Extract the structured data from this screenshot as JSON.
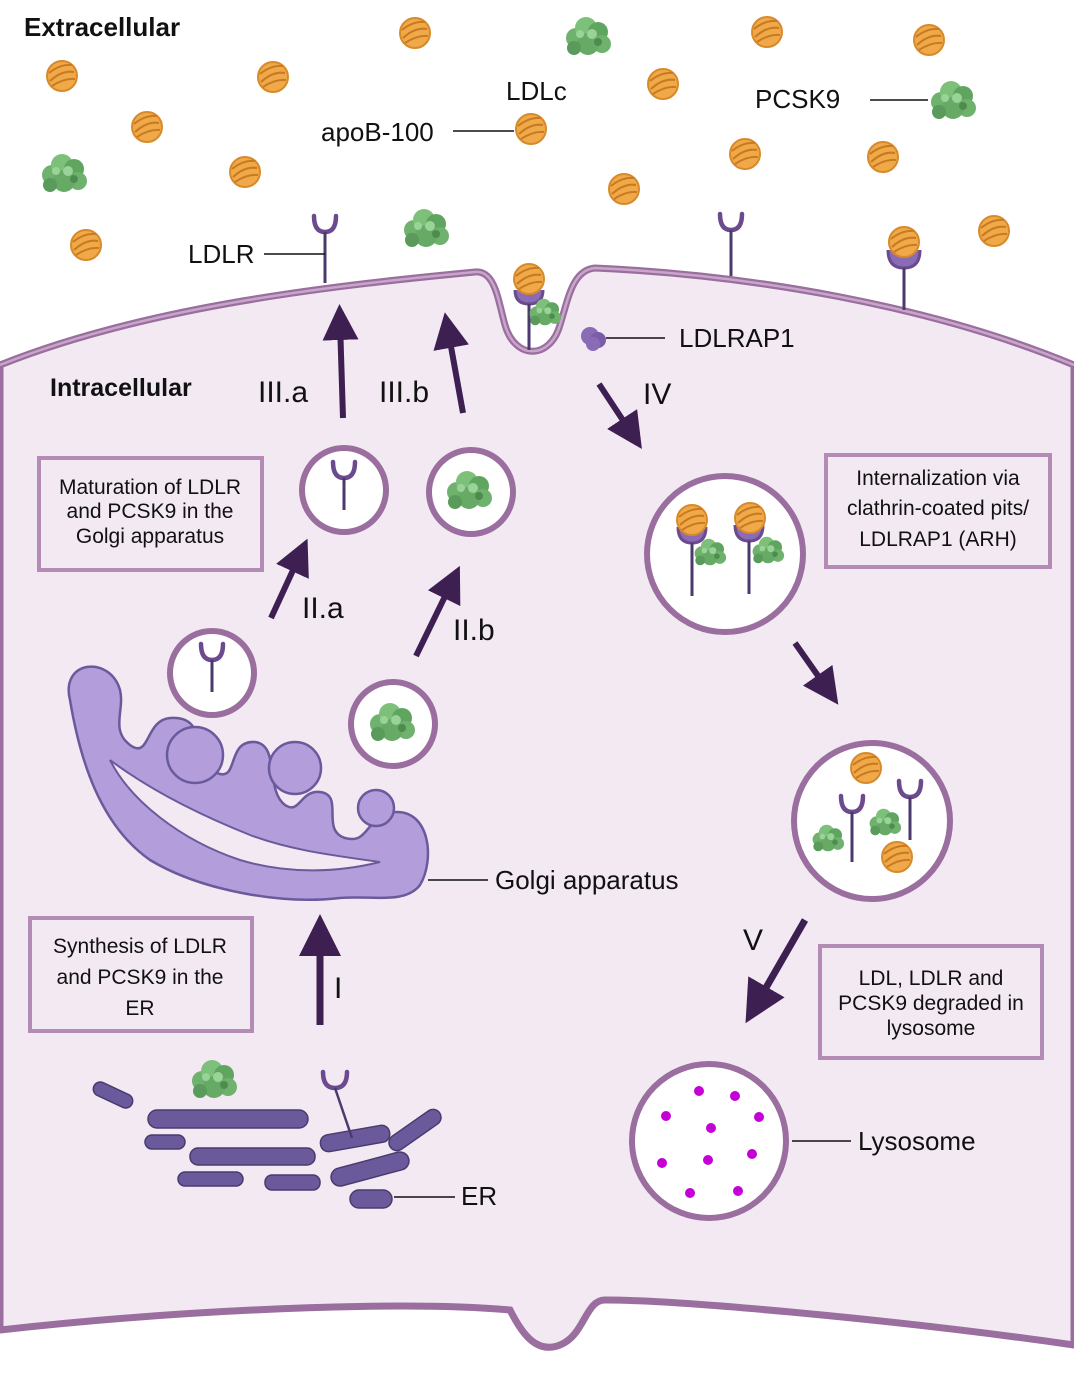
{
  "regions": {
    "extracellular": "Extracellular",
    "intracellular": "Intracellular"
  },
  "labels": {
    "ldlc": "LDLc",
    "apob": "apoB-100",
    "pcsk9": "PCSK9",
    "ldlr": "LDLR",
    "ldlrap1": "LDLRAP1",
    "golgi": "Golgi apparatus",
    "er": "ER",
    "lysosome": "Lysosome"
  },
  "steps": {
    "i": "I",
    "iia": "II.a",
    "iib": "II.b",
    "iiia": "III.a",
    "iiib": "III.b",
    "iv": "IV",
    "v": "V"
  },
  "boxes": {
    "maturation": [
      "Maturation of LDLR",
      "and PCSK9 in the",
      "Golgi apparatus"
    ],
    "synthesis": [
      "Synthesis of LDLR",
      "and PCSK9 in the",
      "ER"
    ],
    "internalization": [
      "Internalization via",
      "clathrin-coated pits/",
      "LDLRAP1 (ARH)"
    ],
    "degradation": [
      "LDL, LDLR and",
      "PCSK9 degraded in",
      "lysosome"
    ]
  },
  "colors": {
    "cell_fill": "#f3e9f3",
    "membrane": "#9a6e9e",
    "receptor": "#6b4a8e",
    "arrow": "#3d1f52",
    "ldl": "#f0a948",
    "pcsk9": "#6fb26e",
    "golgi": "#b39ddb",
    "er": "#6a5a9c",
    "lysosome_dots": "#c400d6",
    "box_border": "#b48bb5"
  },
  "icons": [
    "ldl-particle-icon",
    "pcsk9-protein-icon",
    "ldlr-receptor-icon",
    "vesicle-icon",
    "golgi-icon",
    "er-icon",
    "lysosome-icon"
  ]
}
